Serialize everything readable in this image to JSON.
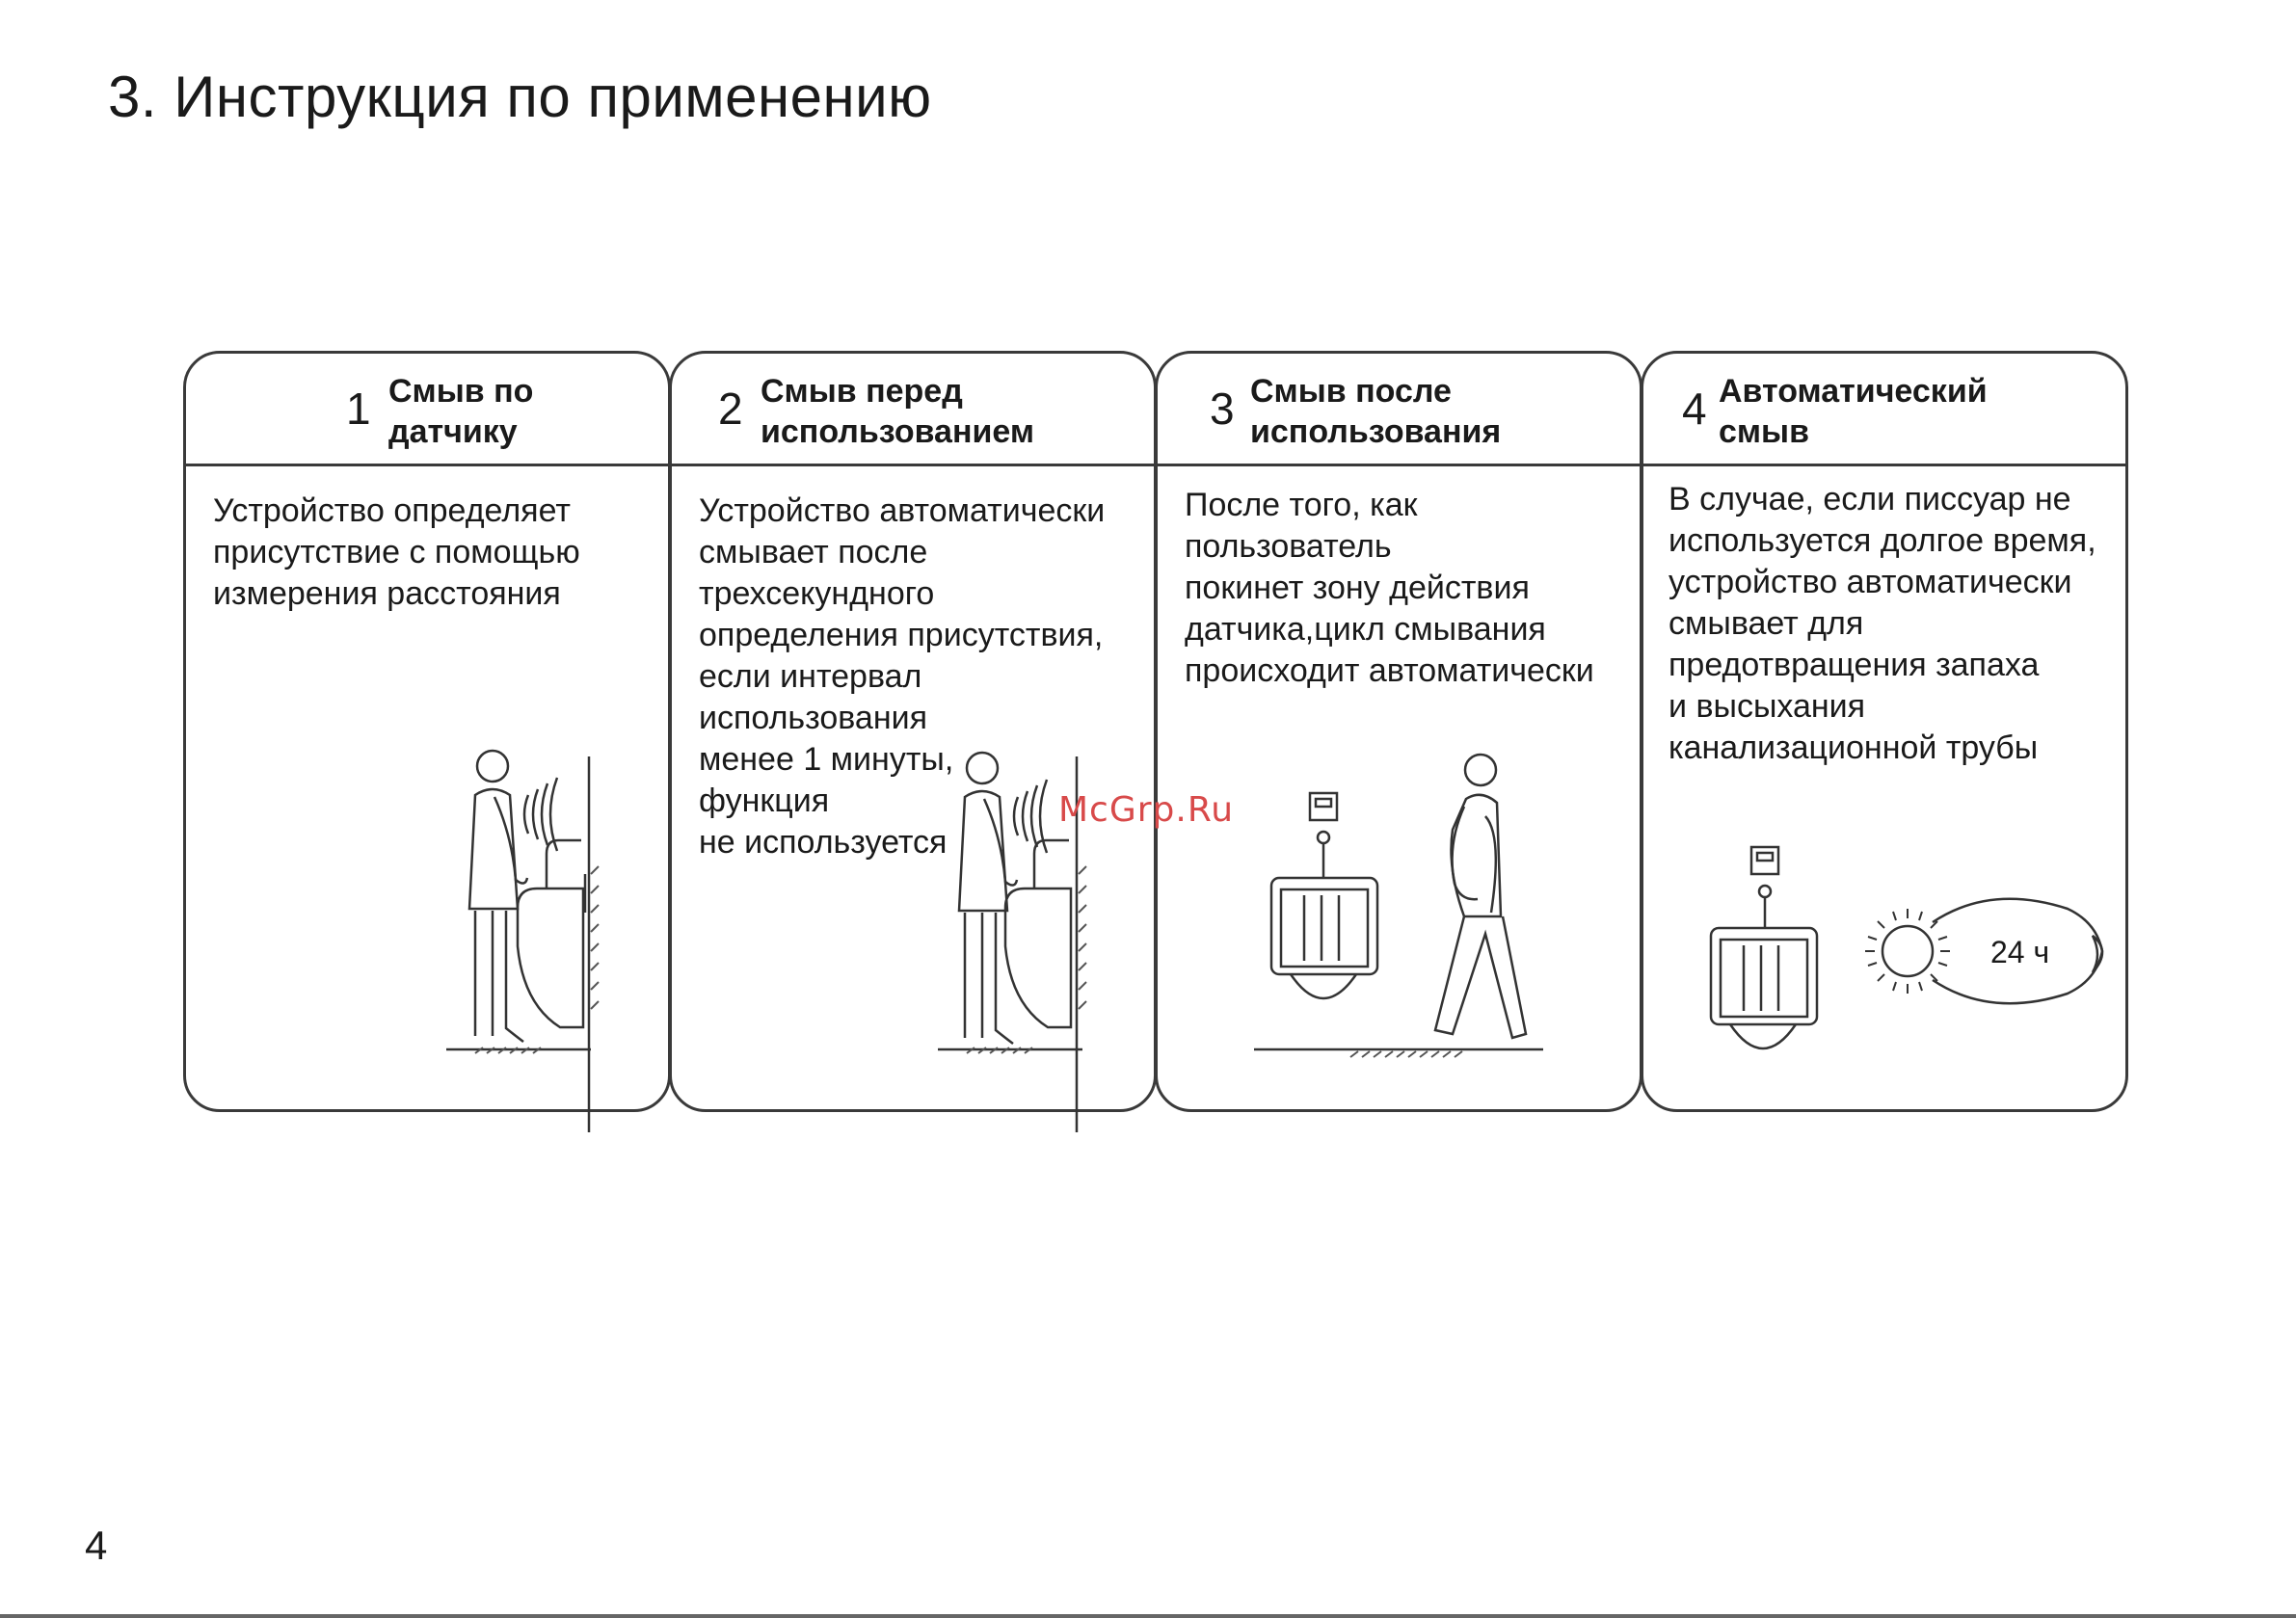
{
  "page": {
    "title": "3. Инструкция по применению",
    "page_number": "4",
    "watermark": "McGrp.Ru"
  },
  "panels": [
    {
      "number": "1",
      "title": "Смыв по\nдатчику",
      "text": "Устройство определяет\nприсутствие с помощью\nизмерения расстояния"
    },
    {
      "number": "2",
      "title": "Смыв перед\nиспользованием",
      "text": "Устройство автоматически\nсмывает после\nтрехсекундного\nопределения присутствия,\nесли интервал\nиспользования\nменее 1 минуты,\nфункция\nне используется"
    },
    {
      "number": "3",
      "title": "Смыв после\nиспользования",
      "text": "После того, как\nпользователь\nпокинет зону действия\nдатчика,цикл смывания\nпроисходит автоматически"
    },
    {
      "number": "4",
      "title": "Автоматический\nсмыв",
      "text": "В случае, если писсуар не\nиспользуется долгое время,\nустройство автоматически\nсмывает для\nпредотвращения запаха\nи высыхания\nканализационной трубы",
      "timer_label": "24 ч"
    }
  ],
  "icons": {
    "panel1": "person-urinal-sensor-icon",
    "panel2": "person-urinal-sensor-icon",
    "panel3": "person-walking-away-icon",
    "panel4": "sun-moon-timer-icon"
  }
}
